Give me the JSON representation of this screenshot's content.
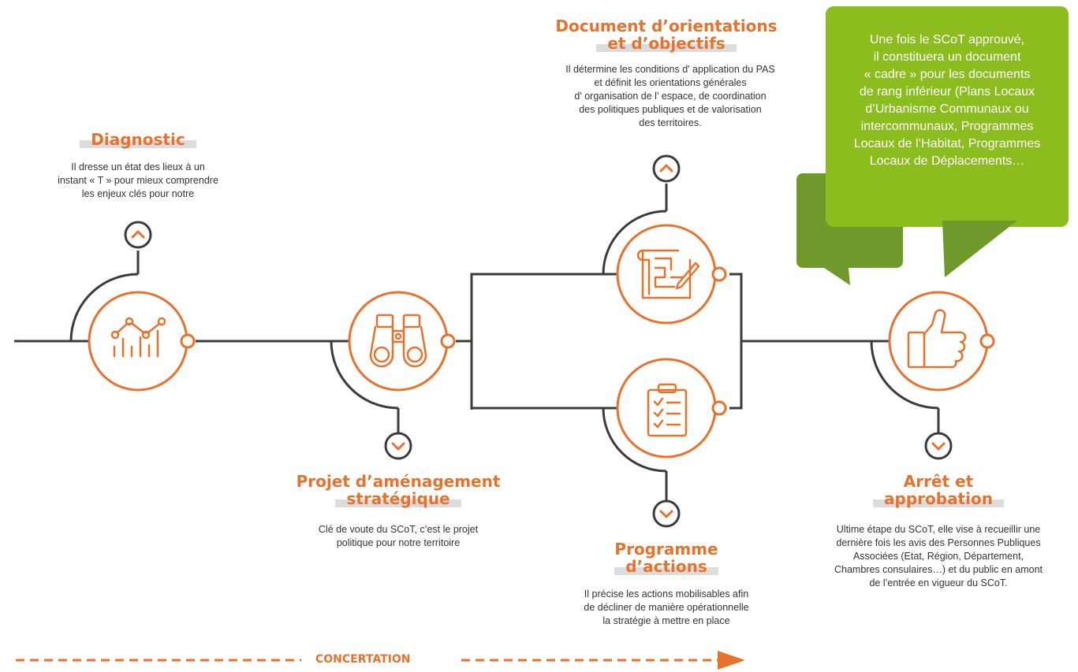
{
  "colors": {
    "accent": "#e8722c",
    "line": "#3b3b3b",
    "bubble_dark": "#6f9a2b",
    "bubble_light": "#8bbd1e",
    "highlight": "#dcdcdc"
  },
  "steps": [
    {
      "id": "diagnostic",
      "title_lines": [
        "Diagnostic"
      ],
      "description_lines": [
        "Il dresse un état des lieux à un",
        "instant « T » pour mieux comprendre",
        "les enjeux clés pour notre"
      ],
      "icon": "chart-icon",
      "toggle": "chevron-up-icon"
    },
    {
      "id": "projet",
      "title_lines": [
        "Projet d’aménagement",
        "stratégique"
      ],
      "description_lines": [
        "Clé de voute du SCoT, c’est le projet",
        "politique pour notre territoire"
      ],
      "icon": "binoculars-icon",
      "toggle": "chevron-down-icon"
    },
    {
      "id": "document",
      "title_lines": [
        "Document d’orientations",
        "et d’objectifs"
      ],
      "description_lines": [
        "Il détermine les conditions d' application du PAS",
        "et définit les orientations générales",
        "d' organisation de l' espace, de coordination",
        "des politiques publiques et de valorisation",
        "des territoires."
      ],
      "icon": "blueprint-icon",
      "toggle": "chevron-up-icon"
    },
    {
      "id": "programme",
      "title_lines": [
        "Programme",
        "d’actions"
      ],
      "description_lines": [
        "Il précise les actions mobilisables afin",
        "de décliner de manière opérationnelle",
        "la stratégie à mettre en place"
      ],
      "icon": "checklist-icon",
      "toggle": "chevron-down-icon"
    },
    {
      "id": "arret",
      "title_lines": [
        "Arrêt et",
        "approbation"
      ],
      "description_lines": [
        "Ultime étape du SCoT, elle vise à recueillir une",
        "dernière fois les avis des Personnes Publiques",
        "Associées (Etat, Région, Département,",
        "Chambres consulaires…) et du public en amont",
        "de l’entrée en vigueur du SCoT."
      ],
      "icon": "thumbs-up-icon",
      "toggle": "chevron-down-icon"
    }
  ],
  "bubble": {
    "lines": [
      "Une fois le SCoT approuvé,",
      "il constituera un document",
      "« cadre » pour les documents",
      "de rang inférieur (Plans Locaux",
      "d’Urbanisme Communaux ou",
      "intercommunaux, Programmes",
      "Locaux de l’Habitat, Programmes",
      "Locaux de Déplacements…"
    ]
  },
  "concertation": "CONCERTATION"
}
